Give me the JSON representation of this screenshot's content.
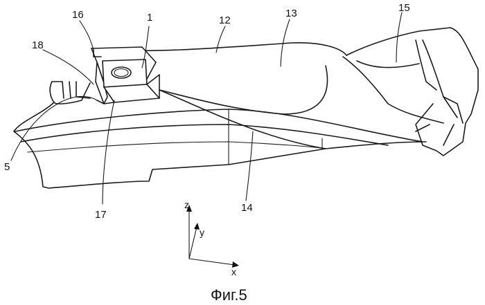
{
  "labels": [
    {
      "id": "16",
      "text": "16"
    },
    {
      "id": "1",
      "text": "1"
    },
    {
      "id": "12",
      "text": "12"
    },
    {
      "id": "13",
      "text": "13"
    },
    {
      "id": "15",
      "text": "15"
    },
    {
      "id": "18",
      "text": "18"
    },
    {
      "id": "5",
      "text": "5"
    },
    {
      "id": "17",
      "text": "17"
    },
    {
      "id": "14",
      "text": "14"
    }
  ],
  "axes": {
    "z": "z",
    "y": "y",
    "x": "x"
  },
  "caption": "Фиг.5"
}
